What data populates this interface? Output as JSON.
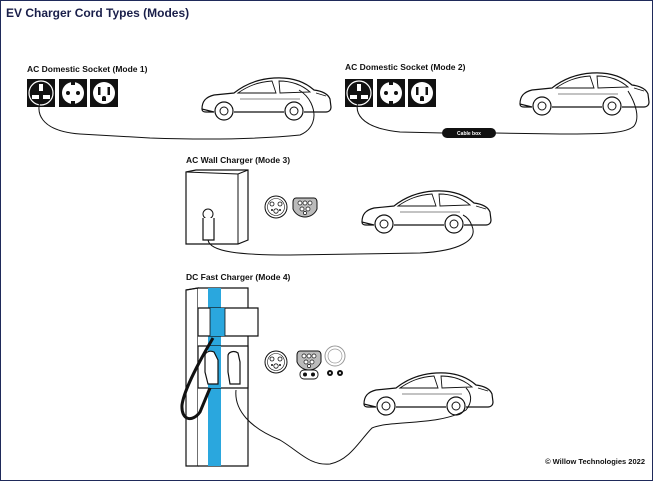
{
  "title": "EV Charger Cord Types (Modes)",
  "modes": [
    {
      "label": "AC Domestic Socket (Mode 1)"
    },
    {
      "label": "AC Domestic Socket (Mode 2)",
      "cable_box_label": "Cable box"
    },
    {
      "label": "AC Wall Charger (Mode 3)"
    },
    {
      "label": "DC Fast Charger (Mode 4)"
    }
  ],
  "copyright": "© Willow Technologies 2022",
  "colors": {
    "frame": "#1f2a5a",
    "accent_blue": "#2aa7de",
    "ink": "#111111"
  }
}
